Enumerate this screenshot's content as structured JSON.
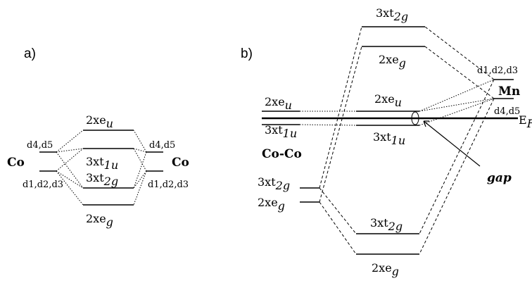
{
  "panel_a": {
    "label": "a)",
    "left_atom": "Co",
    "right_atom": "Co",
    "left_upper": "d4,d5",
    "left_lower": "d1,d2,d3",
    "right_upper": "d4,d5",
    "right_lower": "d1,d2,d3",
    "eu": {
      "base": "2xe",
      "sub": "u"
    },
    "t1u": {
      "base": "3xt",
      "sub": "1u"
    },
    "t2g": {
      "base": "3xt",
      "sub": "2g"
    },
    "eg": {
      "base": "2xe",
      "sub": "g"
    }
  },
  "panel_b": {
    "label": "b)",
    "top_t2g": {
      "base": "3xt",
      "sub": "2g"
    },
    "top_eg": {
      "base": "2xe",
      "sub": "g"
    },
    "mid_eu": {
      "base": "2xe",
      "sub": "u"
    },
    "mid_t1u": {
      "base": "3xt",
      "sub": "1u"
    },
    "left_eu": {
      "base": "2xe",
      "sub": "u"
    },
    "left_t1u": {
      "base": "3xt",
      "sub": "1u"
    },
    "left_title": "Co-Co",
    "left_t2g": {
      "base": "3xt",
      "sub": "2g"
    },
    "left_eg": {
      "base": "2xe",
      "sub": "g"
    },
    "bot_t2g": {
      "base": "3xt",
      "sub": "2g"
    },
    "bot_eg": {
      "base": "2xe",
      "sub": "g"
    },
    "right_upper": "d1,d2,d3",
    "right_atom": "Mn",
    "right_lower": "d4,d5",
    "fermi": {
      "base": "E",
      "sub": "F"
    },
    "gap": "gap"
  }
}
